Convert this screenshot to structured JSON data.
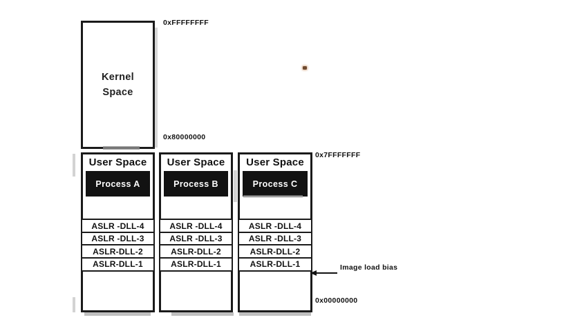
{
  "diagram": {
    "kernel_box": {
      "label": "Kernel\nSpace"
    },
    "addresses": {
      "top": "0xFFFFFFFF",
      "kernel_bottom": "0x80000000",
      "user_top": "0x7FFFFFFF",
      "user_bottom": "0x00000000"
    },
    "columns": [
      {
        "heading": "User Space",
        "process_label": "Process A",
        "dll_rows": [
          "ASLR -DLL-4",
          "ASLR -DLL-3",
          "ASLR-DLL-2",
          "ASLR-DLL-1"
        ]
      },
      {
        "heading": "User Space",
        "process_label": "Process B",
        "dll_rows": [
          "ASLR -DLL-4",
          "ASLR -DLL-3",
          "ASLR-DLL-2",
          "ASLR-DLL-1"
        ]
      },
      {
        "heading": "User Space",
        "process_label": "Process C",
        "dll_rows": [
          "ASLR -DLL-4",
          "ASLR -DLL-3",
          "ASLR-DLL-2",
          "ASLR-DLL-1"
        ]
      }
    ],
    "annotation": {
      "image_load_bias": "Image load bias"
    },
    "colors": {
      "border": "#1a1a1a",
      "process_bg": "#121212",
      "process_text": "#ffffff"
    }
  }
}
